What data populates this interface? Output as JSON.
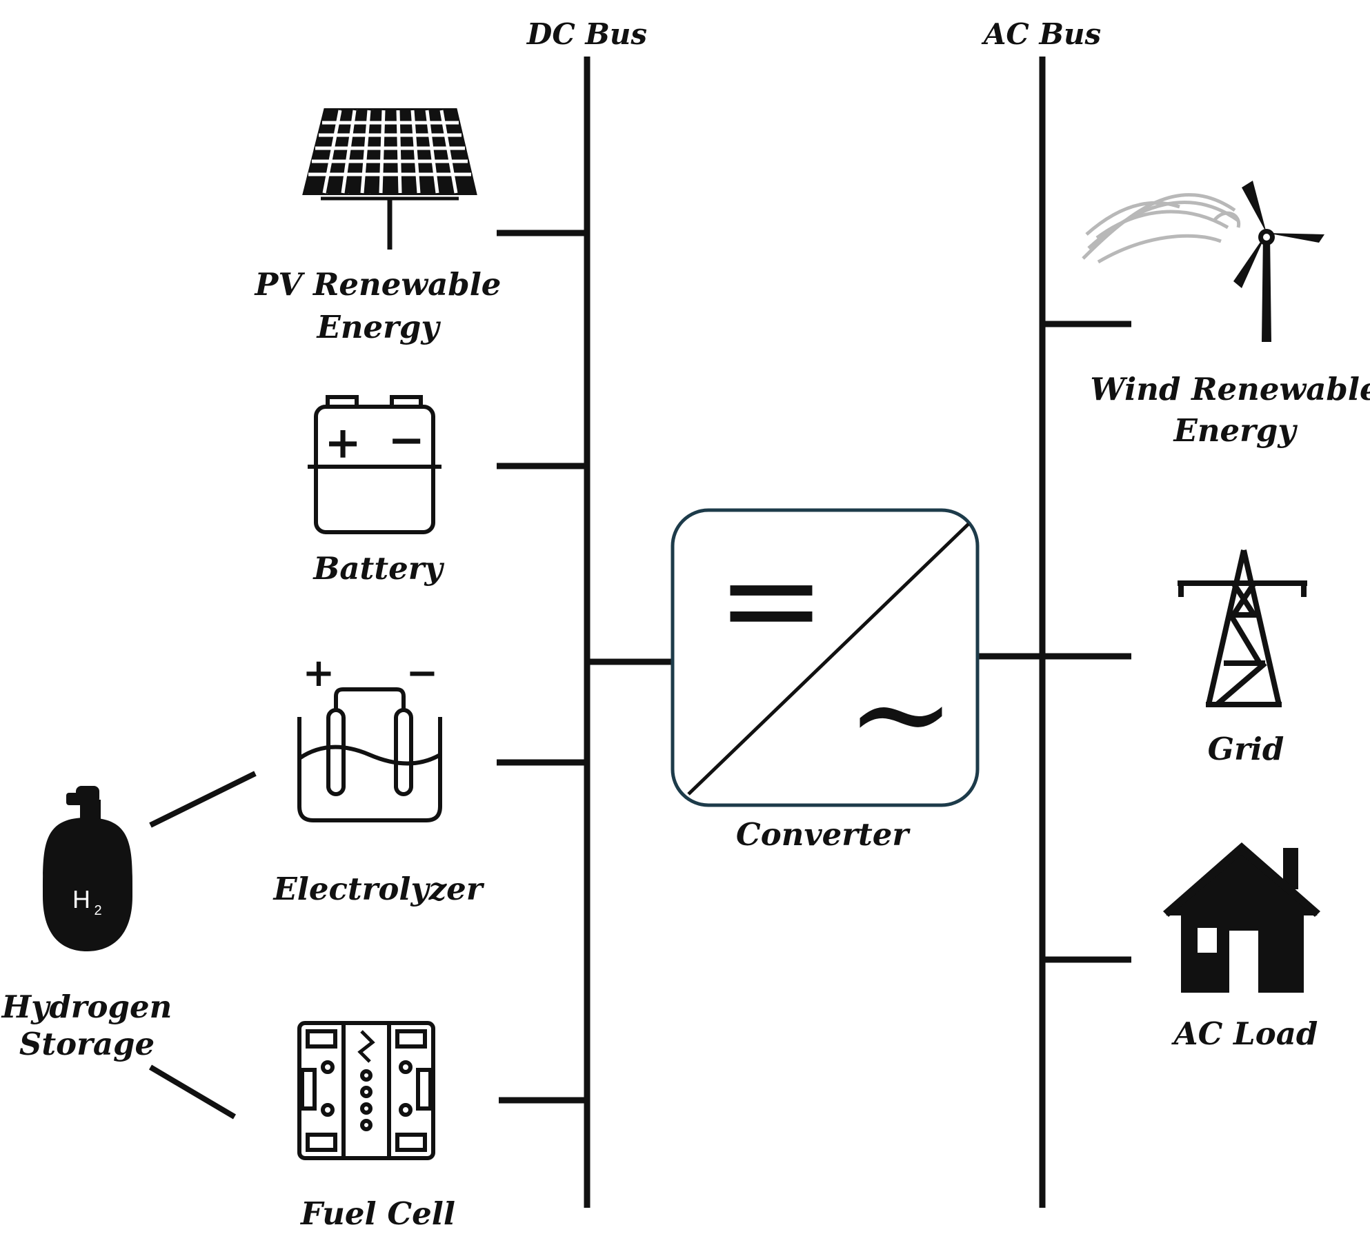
{
  "buses": {
    "dc": "DC Bus",
    "ac": "AC Bus"
  },
  "dc_components": {
    "pv": {
      "line1": "PV Renewable",
      "line2": "Energy",
      "icon": "solar-panel-icon"
    },
    "battery": {
      "line1": "Battery",
      "icon": "battery-icon",
      "plus": "+",
      "minus": "−"
    },
    "electrolyzer": {
      "line1": "Electrolyzer",
      "icon": "electrolyzer-icon",
      "plus": "+",
      "minus": "−"
    },
    "fuel_cell": {
      "line1": "Fuel Cell",
      "icon": "fuel-cell-icon"
    }
  },
  "hydrogen_storage": {
    "line1": "Hydrogen",
    "line2": "Storage",
    "symbol": "H",
    "subscript": "2",
    "icon": "hydrogen-tank-icon"
  },
  "converter": {
    "label": "Converter",
    "dc_symbol": "=",
    "ac_symbol": "~",
    "icon": "dc-ac-converter-icon",
    "border_color": "#1d3b4a"
  },
  "ac_components": {
    "wind": {
      "line1": "Wind Renewable",
      "line2": "Energy",
      "icon": "wind-turbine-icon"
    },
    "grid": {
      "line1": "Grid",
      "icon": "transmission-tower-icon"
    },
    "ac_load": {
      "line1": "AC Load",
      "icon": "house-icon"
    }
  }
}
